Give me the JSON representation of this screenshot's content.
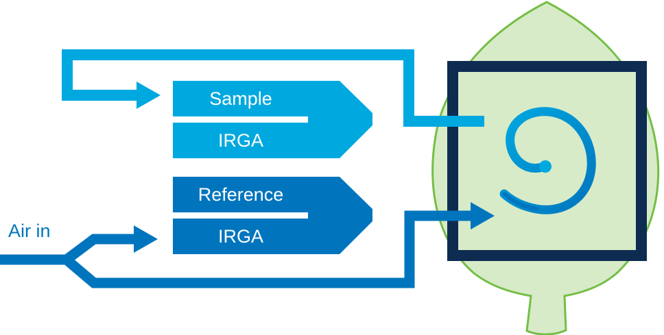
{
  "diagram": {
    "title": "Gas exchange measurement schematic",
    "colors": {
      "sample_blue": "#00A8E0",
      "reference_blue": "#0075BE",
      "chamber_navy": "#0E2C52",
      "leaf_fill": "#D7EBC8",
      "leaf_stroke": "#74BE45",
      "divider": "#FFFFFF"
    },
    "nodes": {
      "sample_irga": {
        "line1": "Sample",
        "line2": "IRGA"
      },
      "reference_irga": {
        "line1": "Reference",
        "line2": "IRGA"
      },
      "air_inlet": {
        "label": "Air in"
      },
      "chamber": {
        "label": ""
      },
      "leaf": {
        "label": ""
      }
    },
    "edges": [
      {
        "from": "air_inlet",
        "to": "reference_irga",
        "icon": "arrow-right-icon"
      },
      {
        "from": "air_inlet",
        "to": "chamber",
        "icon": "arrow-right-icon"
      },
      {
        "from": "chamber",
        "to": "sample_irga",
        "icon": "arrow-right-icon"
      }
    ],
    "icons": {
      "chamber_airflow": "spiral-airflow-icon"
    }
  }
}
